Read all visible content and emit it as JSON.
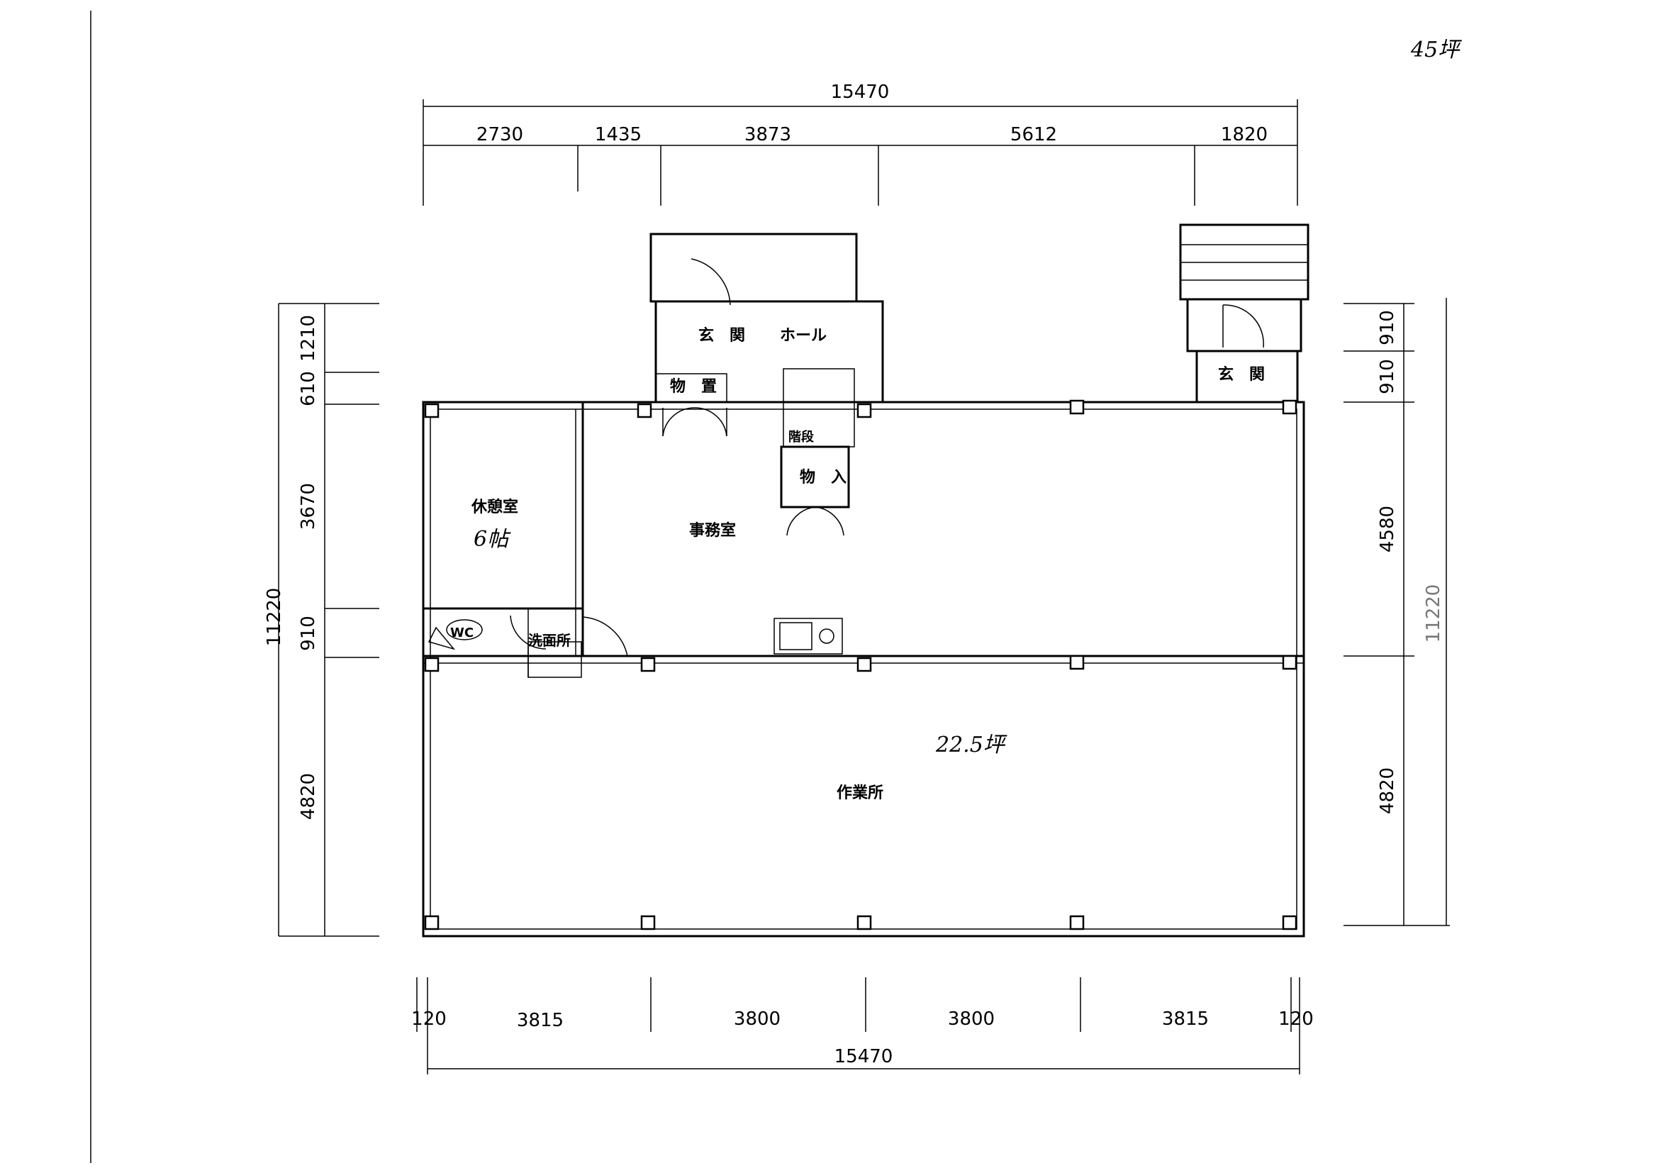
{
  "annotation": "45坪",
  "dimensions": {
    "top_total": "15470",
    "top_segments": [
      "2730",
      "1435",
      "3873",
      "5612",
      "1820"
    ],
    "bottom_total": "15470",
    "bottom_segments": [
      "120",
      "3815",
      "3800",
      "3800",
      "3815",
      "120"
    ],
    "left_total": "11220",
    "left_segments": [
      "1210",
      "610",
      "3670",
      "910",
      "4820"
    ],
    "right_total": "11220",
    "right_segments": [
      "910",
      "910",
      "4580",
      "4820"
    ]
  },
  "rooms": {
    "entrance_main": "玄　関",
    "hall": "ホール",
    "storage": "物　置",
    "stairs": "階段",
    "closet": "物　入",
    "break_room": "休憩室",
    "break_room_size": "6帖",
    "office": "事務室",
    "wc": "WC",
    "washroom": "洗面所",
    "workshop": "作業所",
    "workshop_area": "22.5坪",
    "entrance_side": "玄　関"
  }
}
